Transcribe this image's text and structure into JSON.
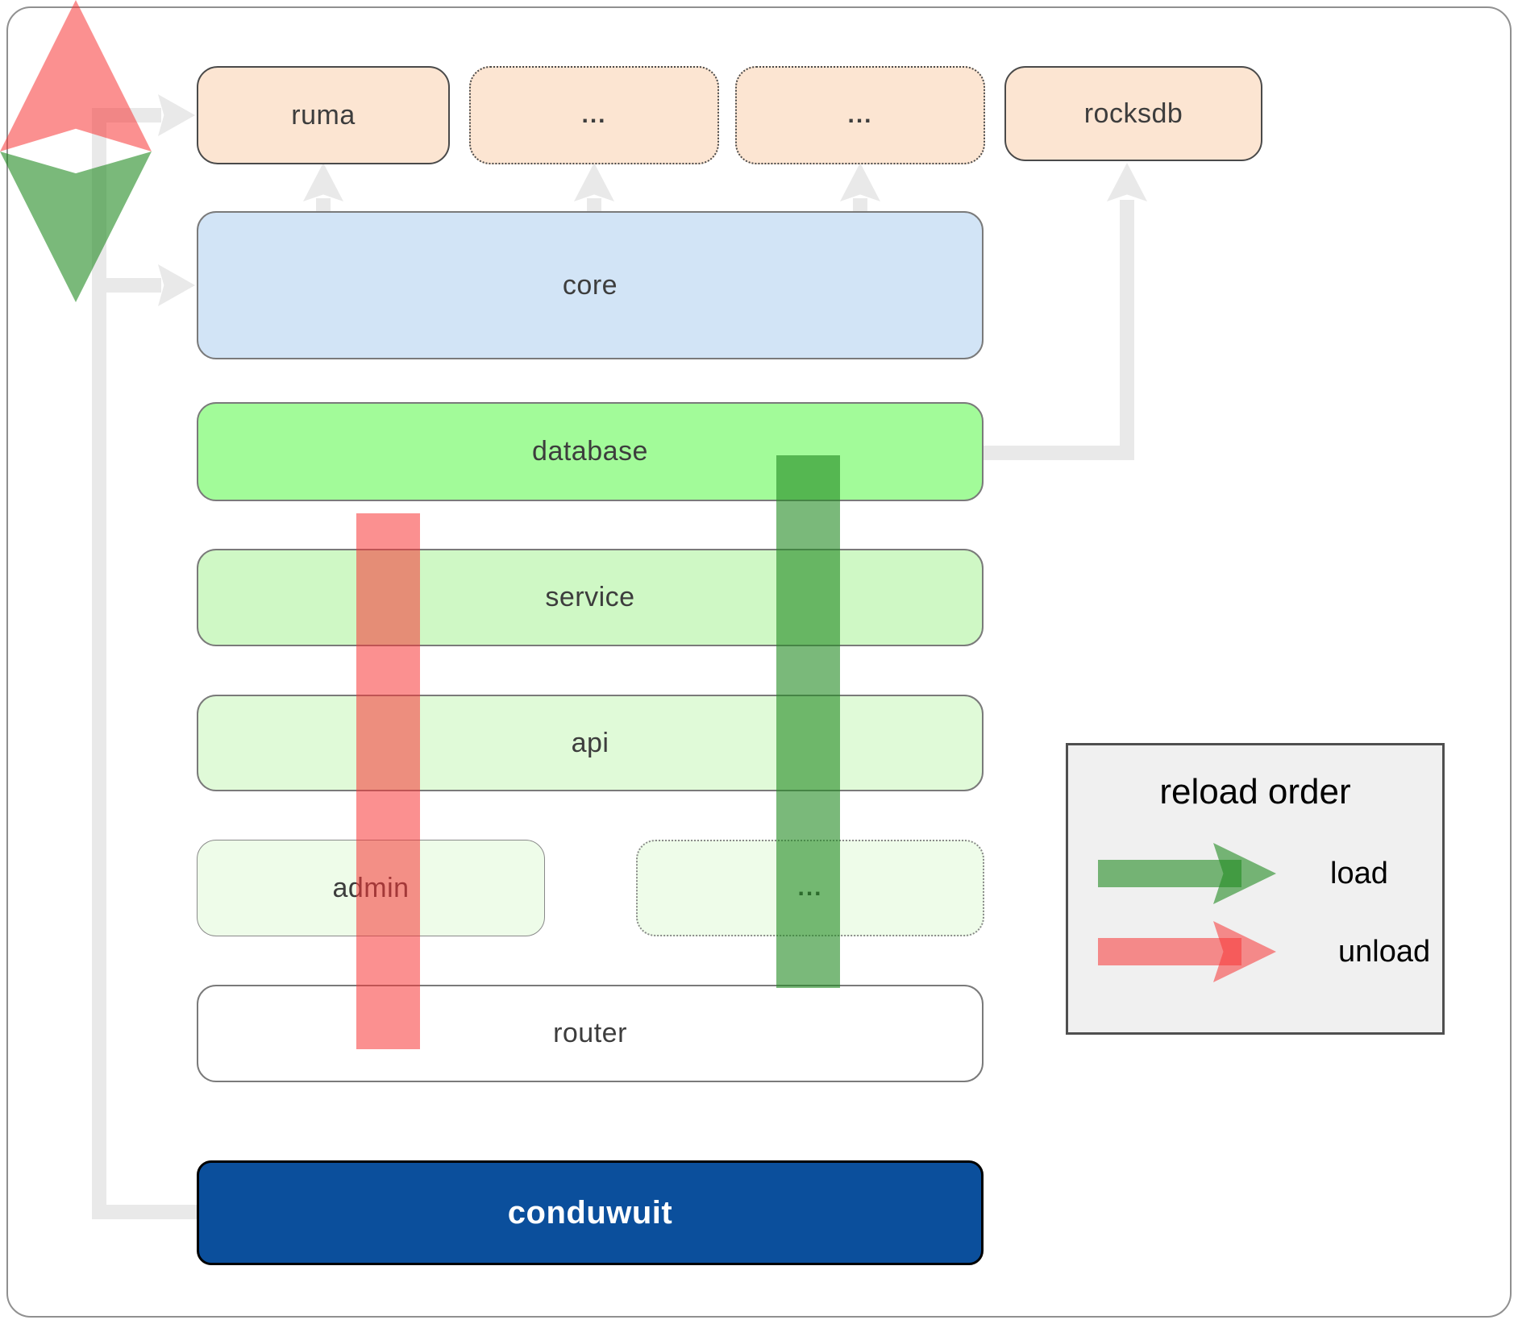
{
  "diagram_title": "conduwuit architecture reload/load order diagram",
  "nodes": {
    "ruma": {
      "label": "ruma"
    },
    "dots_top_1": {
      "label": "..."
    },
    "dots_top_2": {
      "label": "..."
    },
    "rocksdb": {
      "label": "rocksdb"
    },
    "core": {
      "label": "core"
    },
    "database": {
      "label": "database"
    },
    "service": {
      "label": "service"
    },
    "api": {
      "label": "api"
    },
    "admin": {
      "label": "admin"
    },
    "dots_admin_row": {
      "label": "..."
    },
    "router": {
      "label": "router"
    },
    "conduwuit": {
      "label": "conduwuit"
    }
  },
  "legend": {
    "title": "reload order",
    "load_label": "load",
    "unload_label": "unload"
  },
  "colors": {
    "peach_fill": "#fce5d2",
    "peach_border": "#4a4a4a",
    "core_fill": "#d2e4f6",
    "database_fill": "#a2fb99",
    "service_fill": "#cff8c5",
    "api_fill": "#e0fad8",
    "faint_green_fill": "#eefce9",
    "router_fill": "#ffffff",
    "conduwuit_fill": "#0b4f9c",
    "conduwuit_text": "#ffffff",
    "box_border_gray": "#7a7a7a",
    "label_text": "#3d3d3d",
    "connector_gray": "#e9e9e9",
    "load_green": "rgba(34,139,34,0.6)",
    "unload_red": "rgba(247,52,52,0.55)",
    "legend_bg": "#f0f0f0",
    "legend_border": "#4f4f4f",
    "legend_text": "#000000"
  }
}
